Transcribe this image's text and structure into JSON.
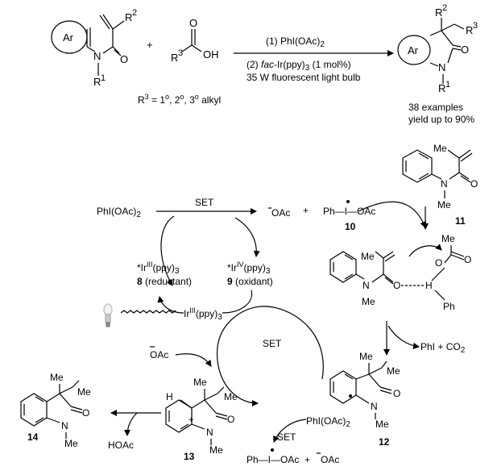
{
  "top": {
    "ar": "Ar",
    "r1": "R",
    "r1_sup": "1",
    "r2": "R",
    "r2_sup": "2",
    "n": "N",
    "o": "O",
    "plus": "+",
    "r3": "R",
    "r3_sup": "3",
    "oh": "OH",
    "step1": "(1) PhI(OAc)",
    "step1_sub": "2",
    "step2_pre": "(2) ",
    "step2_it": "fac",
    "step2_post": "-Ir(ppy)",
    "step2_sub": "3",
    "step2_end": " (1 mol%)",
    "light": "35 W fluorescent light bulb",
    "r3_note_pre": "R",
    "r3_note_sup": "3",
    "r3_note_post": " = 1",
    "r3_note_o1": "o",
    "r3_note_mid1": ", 2",
    "r3_note_o2": "o",
    "r3_note_mid2": ", 3",
    "r3_note_o3": "o",
    "r3_note_end": " alkyl",
    "examples": "38 examples",
    "yield": "yield up to 90%"
  },
  "mechanism": {
    "phioac2": "PhI(OAc)",
    "phioac2_sub": "2",
    "set1": "SET",
    "oac_minus": "OAc",
    "plus": "+",
    "ph_i_oac": "Ph—I—OAc",
    "label_10": "10",
    "label_11": "11",
    "ir3_star": "*Ir",
    "ir3_sup": "III",
    "ir3_rest": "(ppy)",
    "ir3_sub": "3",
    "label_8": "8",
    "reductant": " (reductant)",
    "ir4_star": "*Ir",
    "ir4_sup": "IV",
    "ir4_rest": "(ppy)",
    "ir4_sub": "3",
    "label_9": "9",
    "oxidant": " (oxidant)",
    "ir3g": "Ir",
    "ir3g_sup": "III",
    "ir3g_rest": "(ppy)",
    "ir3g_sub": "3",
    "set2": "SET",
    "oac_left": "OAc",
    "phi_co2": "PhI + CO",
    "phi_co2_sub": "2",
    "me": "Me",
    "n": "N",
    "o": "O",
    "h": "H",
    "ph": "Ph",
    "label_12": "12",
    "label_13": "13",
    "label_14": "14",
    "hoac": "HOAc",
    "phioac2_b": "PhI(OAc)",
    "phioac2_b_sub": "2",
    "set3": "SET",
    "bottom_phioac": "Ph—I—OAc",
    "bottom_plus": "+",
    "bottom_oac": "OAc"
  }
}
